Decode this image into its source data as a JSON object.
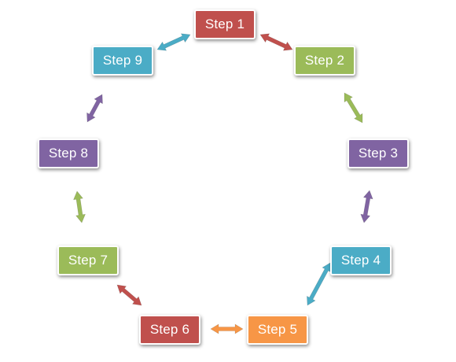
{
  "diagram": {
    "steps": [
      {
        "id": "step-1",
        "label": "Step 1",
        "color": "#c0504d"
      },
      {
        "id": "step-2",
        "label": "Step 2",
        "color": "#9bbb59"
      },
      {
        "id": "step-3",
        "label": "Step 3",
        "color": "#8064a2"
      },
      {
        "id": "step-4",
        "label": "Step 4",
        "color": "#4bacc6"
      },
      {
        "id": "step-5",
        "label": "Step 5",
        "color": "#f79646"
      },
      {
        "id": "step-6",
        "label": "Step 6",
        "color": "#c0504d"
      },
      {
        "id": "step-7",
        "label": "Step 7",
        "color": "#9bbb59"
      },
      {
        "id": "step-8",
        "label": "Step 8",
        "color": "#8064a2"
      },
      {
        "id": "step-9",
        "label": "Step 9",
        "color": "#4bacc6"
      }
    ],
    "connectors": [
      {
        "from": "Step 1",
        "to": "Step 2",
        "color": "#c0504d",
        "type": "double-arrow"
      },
      {
        "from": "Step 2",
        "to": "Step 3",
        "color": "#9bbb59",
        "type": "double-arrow"
      },
      {
        "from": "Step 3",
        "to": "Step 4",
        "color": "#8064a2",
        "type": "double-arrow"
      },
      {
        "from": "Step 4",
        "to": "Step 5",
        "color": "#4bacc6",
        "type": "double-arrow"
      },
      {
        "from": "Step 5",
        "to": "Step 6",
        "color": "#f79646",
        "type": "double-arrow"
      },
      {
        "from": "Step 6",
        "to": "Step 7",
        "color": "#c0504d",
        "type": "double-arrow"
      },
      {
        "from": "Step 7",
        "to": "Step 8",
        "color": "#9bbb59",
        "type": "double-arrow"
      },
      {
        "from": "Step 8",
        "to": "Step 9",
        "color": "#8064a2",
        "type": "double-arrow"
      },
      {
        "from": "Step 9",
        "to": "Step 1",
        "color": "#4bacc6",
        "type": "double-arrow"
      }
    ]
  }
}
